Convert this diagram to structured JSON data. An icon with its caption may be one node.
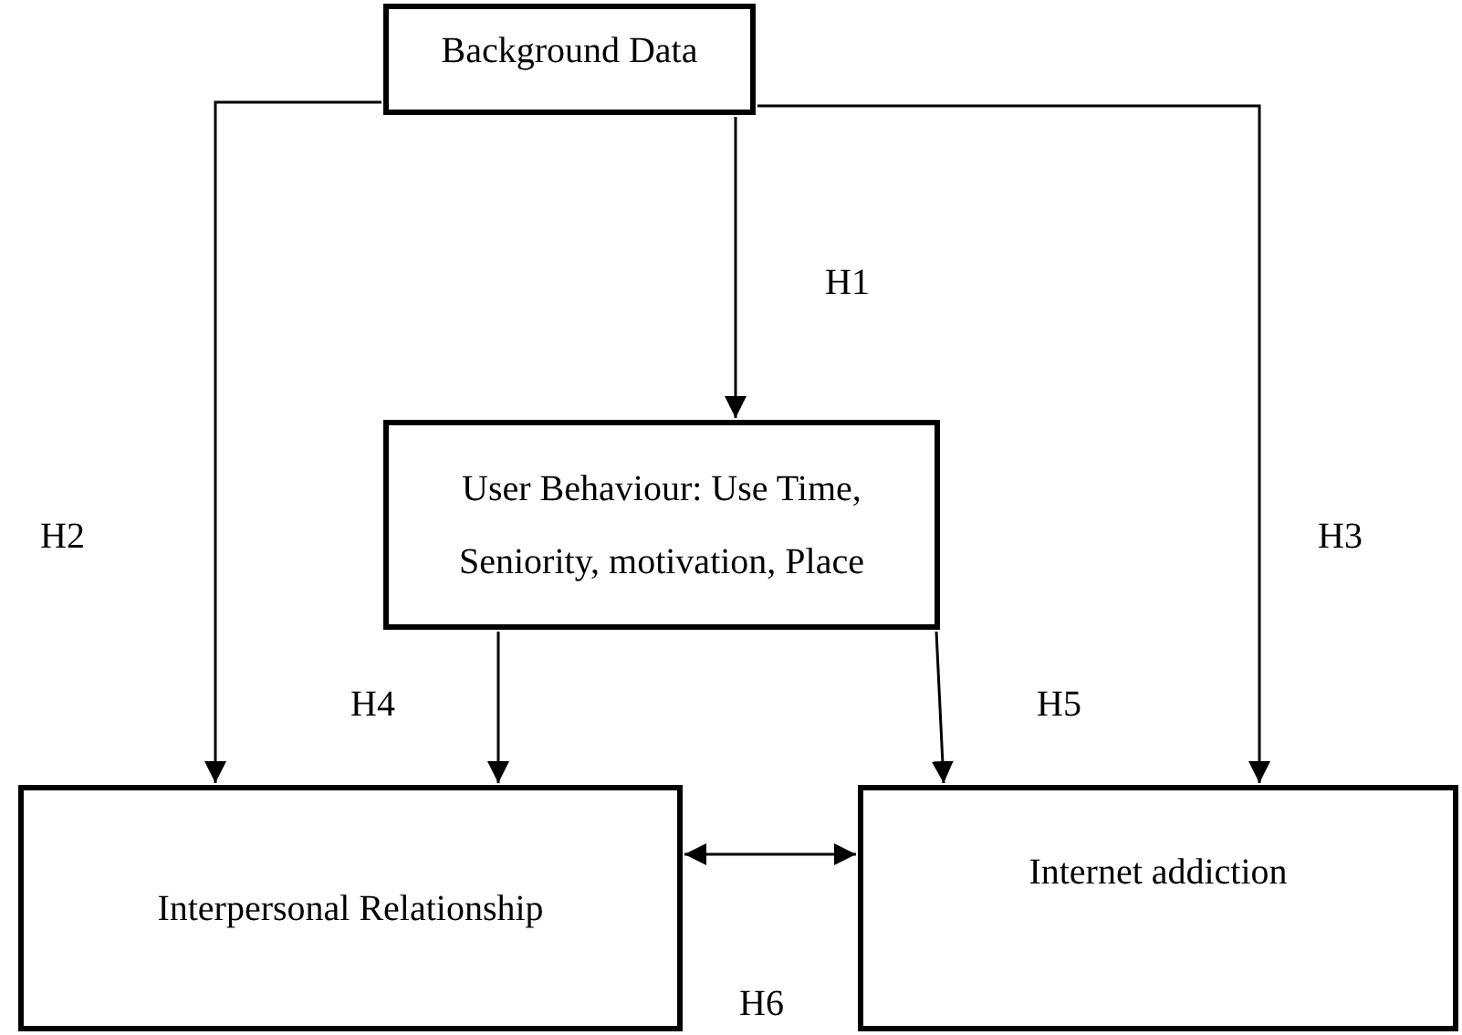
{
  "diagram": {
    "nodes": [
      {
        "text": [
          "Background Data"
        ]
      },
      {
        "text": [
          "User Behaviour: Use Time, Seniority, motivation, Place"
        ]
      },
      {
        "text": [
          "Interpersonal Relationship"
        ]
      },
      {
        "text": [
          "Internet addiction"
        ]
      }
    ],
    "edges": [
      {
        "from": 0,
        "to": 1,
        "arrow": "to",
        "label": "H1"
      },
      {
        "from": 0,
        "to": 2,
        "arrow": "to",
        "label": "H2"
      },
      {
        "from": 0,
        "to": 3,
        "arrow": "to",
        "label": "H3"
      },
      {
        "from": 1,
        "to": 2,
        "arrow": "to",
        "label": "H4"
      },
      {
        "from": 1,
        "to": 3,
        "arrow": "to",
        "label": "H5"
      },
      {
        "from": 2,
        "to": 3,
        "arrow": "both",
        "label": "H6"
      }
    ]
  }
}
